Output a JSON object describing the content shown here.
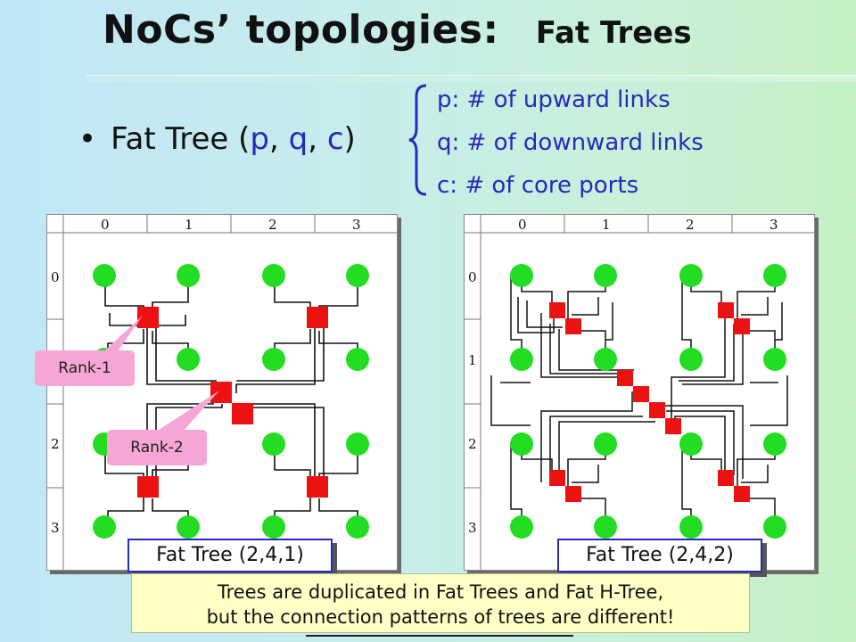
{
  "slide": {
    "title": "NoCs’ topologies:",
    "subtitle": "Fat Trees"
  },
  "bullet": {
    "prefix": "Fat Tree (",
    "p": "p",
    "sep1": ", ",
    "q": "q",
    "sep2": ", ",
    "c": "c",
    "suffix": ")"
  },
  "definitions": [
    "p: # of upward links",
    "q: # of downward links",
    "c: # of core ports"
  ],
  "panels": [
    {
      "caption": "Fat Tree (2,4,1)",
      "col_labels": [
        "0",
        "1",
        "2",
        "3"
      ],
      "row_labels": [
        "0",
        "",
        "2",
        "3"
      ]
    },
    {
      "caption": "Fat Tree (2,4,2)",
      "col_labels": [
        "0",
        "1",
        "2",
        "3"
      ],
      "row_labels": [
        "0",
        "1",
        "2",
        "3"
      ]
    }
  ],
  "callouts": {
    "rank1": "Rank-1",
    "rank2": "Rank-2"
  },
  "note": {
    "line1": "Trees are duplicated in Fat Trees and Fat H-Tree,",
    "line2": "but the connection patterns of trees are different!"
  },
  "colors": {
    "node": "#22dd22",
    "router": "#ee1111",
    "accent": "#2a2ab8",
    "callout": "#f6a6d6"
  }
}
